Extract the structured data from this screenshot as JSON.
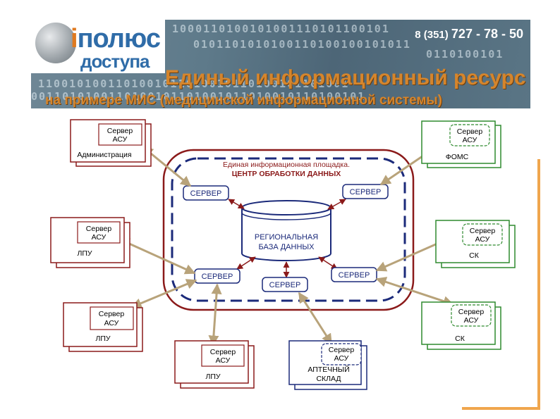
{
  "banner": {
    "logo_line1": "iполюс",
    "logo_line1_first": "i",
    "logo_line1_rest": "полюс",
    "logo_line2": "доступа",
    "phone_prefix": "8 (351)",
    "phone_number": "727 - 78 - 50",
    "title": "Единый информационный ресурс",
    "subtitle": "на примере МИС (медицинской информационной системы)"
  },
  "diagram": {
    "center_caption_line1": "Единая информационная площадка.",
    "center_caption_line2": "ЦЕНТР ОБРАБОТКИ ДАННЫХ",
    "database_line1": "РЕГИОНАЛЬНАЯ",
    "database_line2": "БАЗА ДАННЫХ",
    "server_label": "СЕРВЕР",
    "asu_line1": "Сервер",
    "asu_line2": "АСУ",
    "nodes": {
      "admin": "Администрация",
      "foms": "ФОМС",
      "lpu1": "ЛПУ",
      "lpu2": "ЛПУ",
      "lpu3": "ЛПУ",
      "sk1": "СК",
      "sk2": "СК",
      "pharmacy_line1": "АПТЕЧНЫЙ",
      "pharmacy_line2": "СКЛАД"
    }
  },
  "colors": {
    "red": "#8b1a1a",
    "navy": "#1b2a7a",
    "green": "#2f8a2f",
    "accent": "#f0a64d",
    "title": "#d5852c"
  }
}
